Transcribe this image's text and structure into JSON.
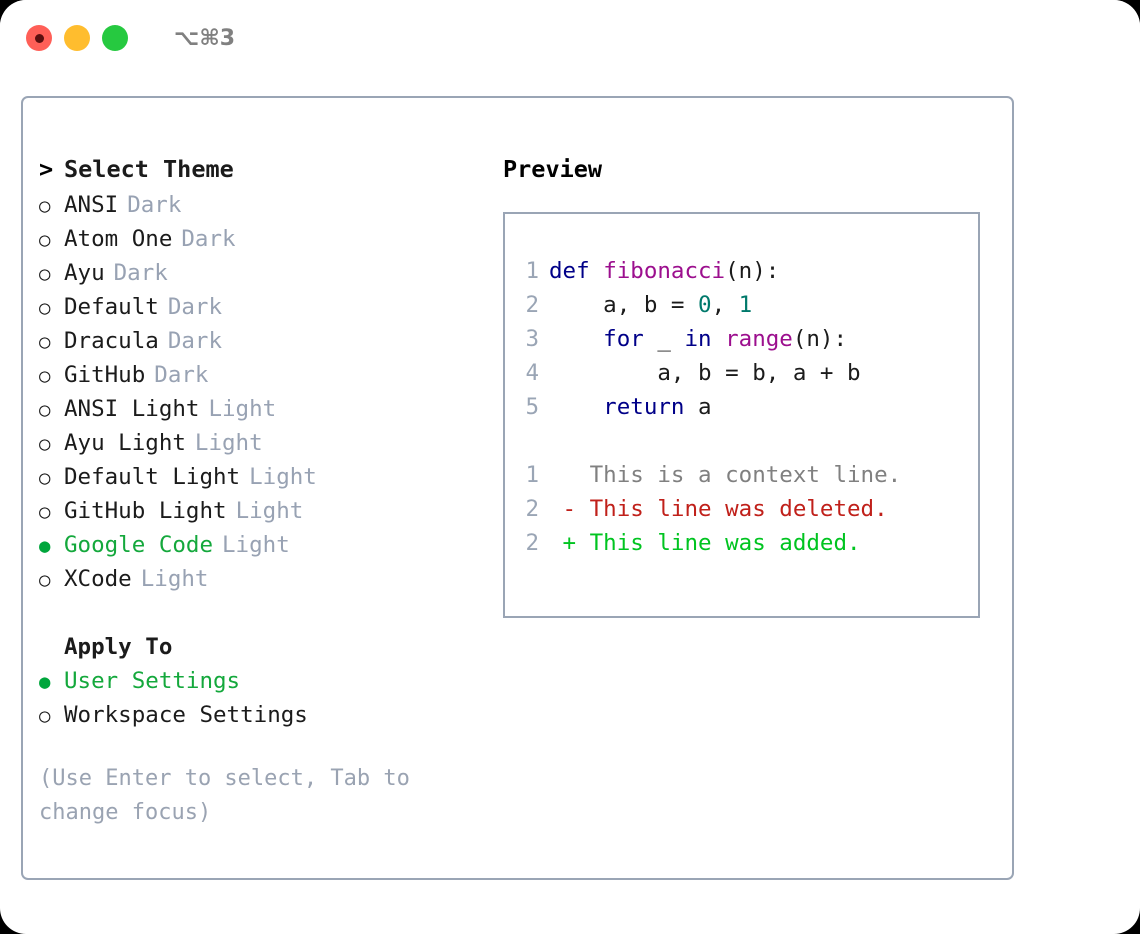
{
  "window": {
    "title": "⌥⌘3",
    "traffic_lights": [
      {
        "name": "close",
        "color": "#ff5f57"
      },
      {
        "name": "minimize",
        "color": "#ffbd2e"
      },
      {
        "name": "maximize",
        "color": "#26c940"
      }
    ]
  },
  "theme_list": {
    "prompt": ">",
    "header": "Select Theme",
    "marker_unselected": "○",
    "marker_selected": "●",
    "items": [
      {
        "label": "ANSI",
        "suffix": "Dark",
        "selected": false
      },
      {
        "label": "Atom One",
        "suffix": "Dark",
        "selected": false
      },
      {
        "label": "Ayu",
        "suffix": "Dark",
        "selected": false
      },
      {
        "label": "Default",
        "suffix": "Dark",
        "selected": false
      },
      {
        "label": "Dracula",
        "suffix": "Dark",
        "selected": false
      },
      {
        "label": "GitHub",
        "suffix": "Dark",
        "selected": false
      },
      {
        "label": "ANSI Light",
        "suffix": "Light",
        "selected": false
      },
      {
        "label": "Ayu Light",
        "suffix": "Light",
        "selected": false
      },
      {
        "label": "Default Light",
        "suffix": "Light",
        "selected": false
      },
      {
        "label": "GitHub Light",
        "suffix": "Light",
        "selected": false
      },
      {
        "label": "Google Code",
        "suffix": "Light",
        "selected": true
      },
      {
        "label": "XCode",
        "suffix": "Light",
        "selected": false
      }
    ]
  },
  "apply_to": {
    "title": "Apply To",
    "items": [
      {
        "label": "User Settings",
        "selected": true
      },
      {
        "label": "Workspace Settings",
        "selected": false
      }
    ]
  },
  "hint": "(Use Enter to select, Tab to change focus)",
  "preview": {
    "title": "Preview",
    "code_lines": [
      {
        "n": "1",
        "tokens": [
          {
            "t": "def ",
            "k": "kw"
          },
          {
            "t": "fibonacci",
            "k": "fn"
          },
          {
            "t": "(n):",
            "k": "punct"
          }
        ]
      },
      {
        "n": "2",
        "tokens": [
          {
            "t": "    a, b = ",
            "k": "plain"
          },
          {
            "t": "0",
            "k": "num"
          },
          {
            "t": ", ",
            "k": "plain"
          },
          {
            "t": "1",
            "k": "num"
          }
        ]
      },
      {
        "n": "3",
        "tokens": [
          {
            "t": "    for ",
            "k": "kw"
          },
          {
            "t": "_ ",
            "k": "plain"
          },
          {
            "t": "in ",
            "k": "kw"
          },
          {
            "t": "range",
            "k": "fn"
          },
          {
            "t": "(n):",
            "k": "punct"
          }
        ]
      },
      {
        "n": "4",
        "tokens": [
          {
            "t": "        a, b = b, a + b",
            "k": "plain"
          }
        ]
      },
      {
        "n": "5",
        "tokens": [
          {
            "t": "    return ",
            "k": "kw"
          },
          {
            "t": "a",
            "k": "plain"
          }
        ]
      }
    ],
    "diff_lines": [
      {
        "n": "1",
        "marker": " ",
        "text": " This is a context line.",
        "kind": "context"
      },
      {
        "n": "2",
        "marker": "-",
        "text": " This line was deleted.",
        "kind": "del"
      },
      {
        "n": "2",
        "marker": "+",
        "text": " This line was added.",
        "kind": "add"
      }
    ]
  },
  "colors": {
    "border": "#9aa5b5",
    "accent_green": "#14a83c",
    "muted": "#98a2b3",
    "keyword": "#000088",
    "function": "#9c0f8e",
    "number": "#00796b",
    "diff_delete": "#c0201a",
    "diff_add": "#00c420",
    "diff_context": "#808080"
  }
}
